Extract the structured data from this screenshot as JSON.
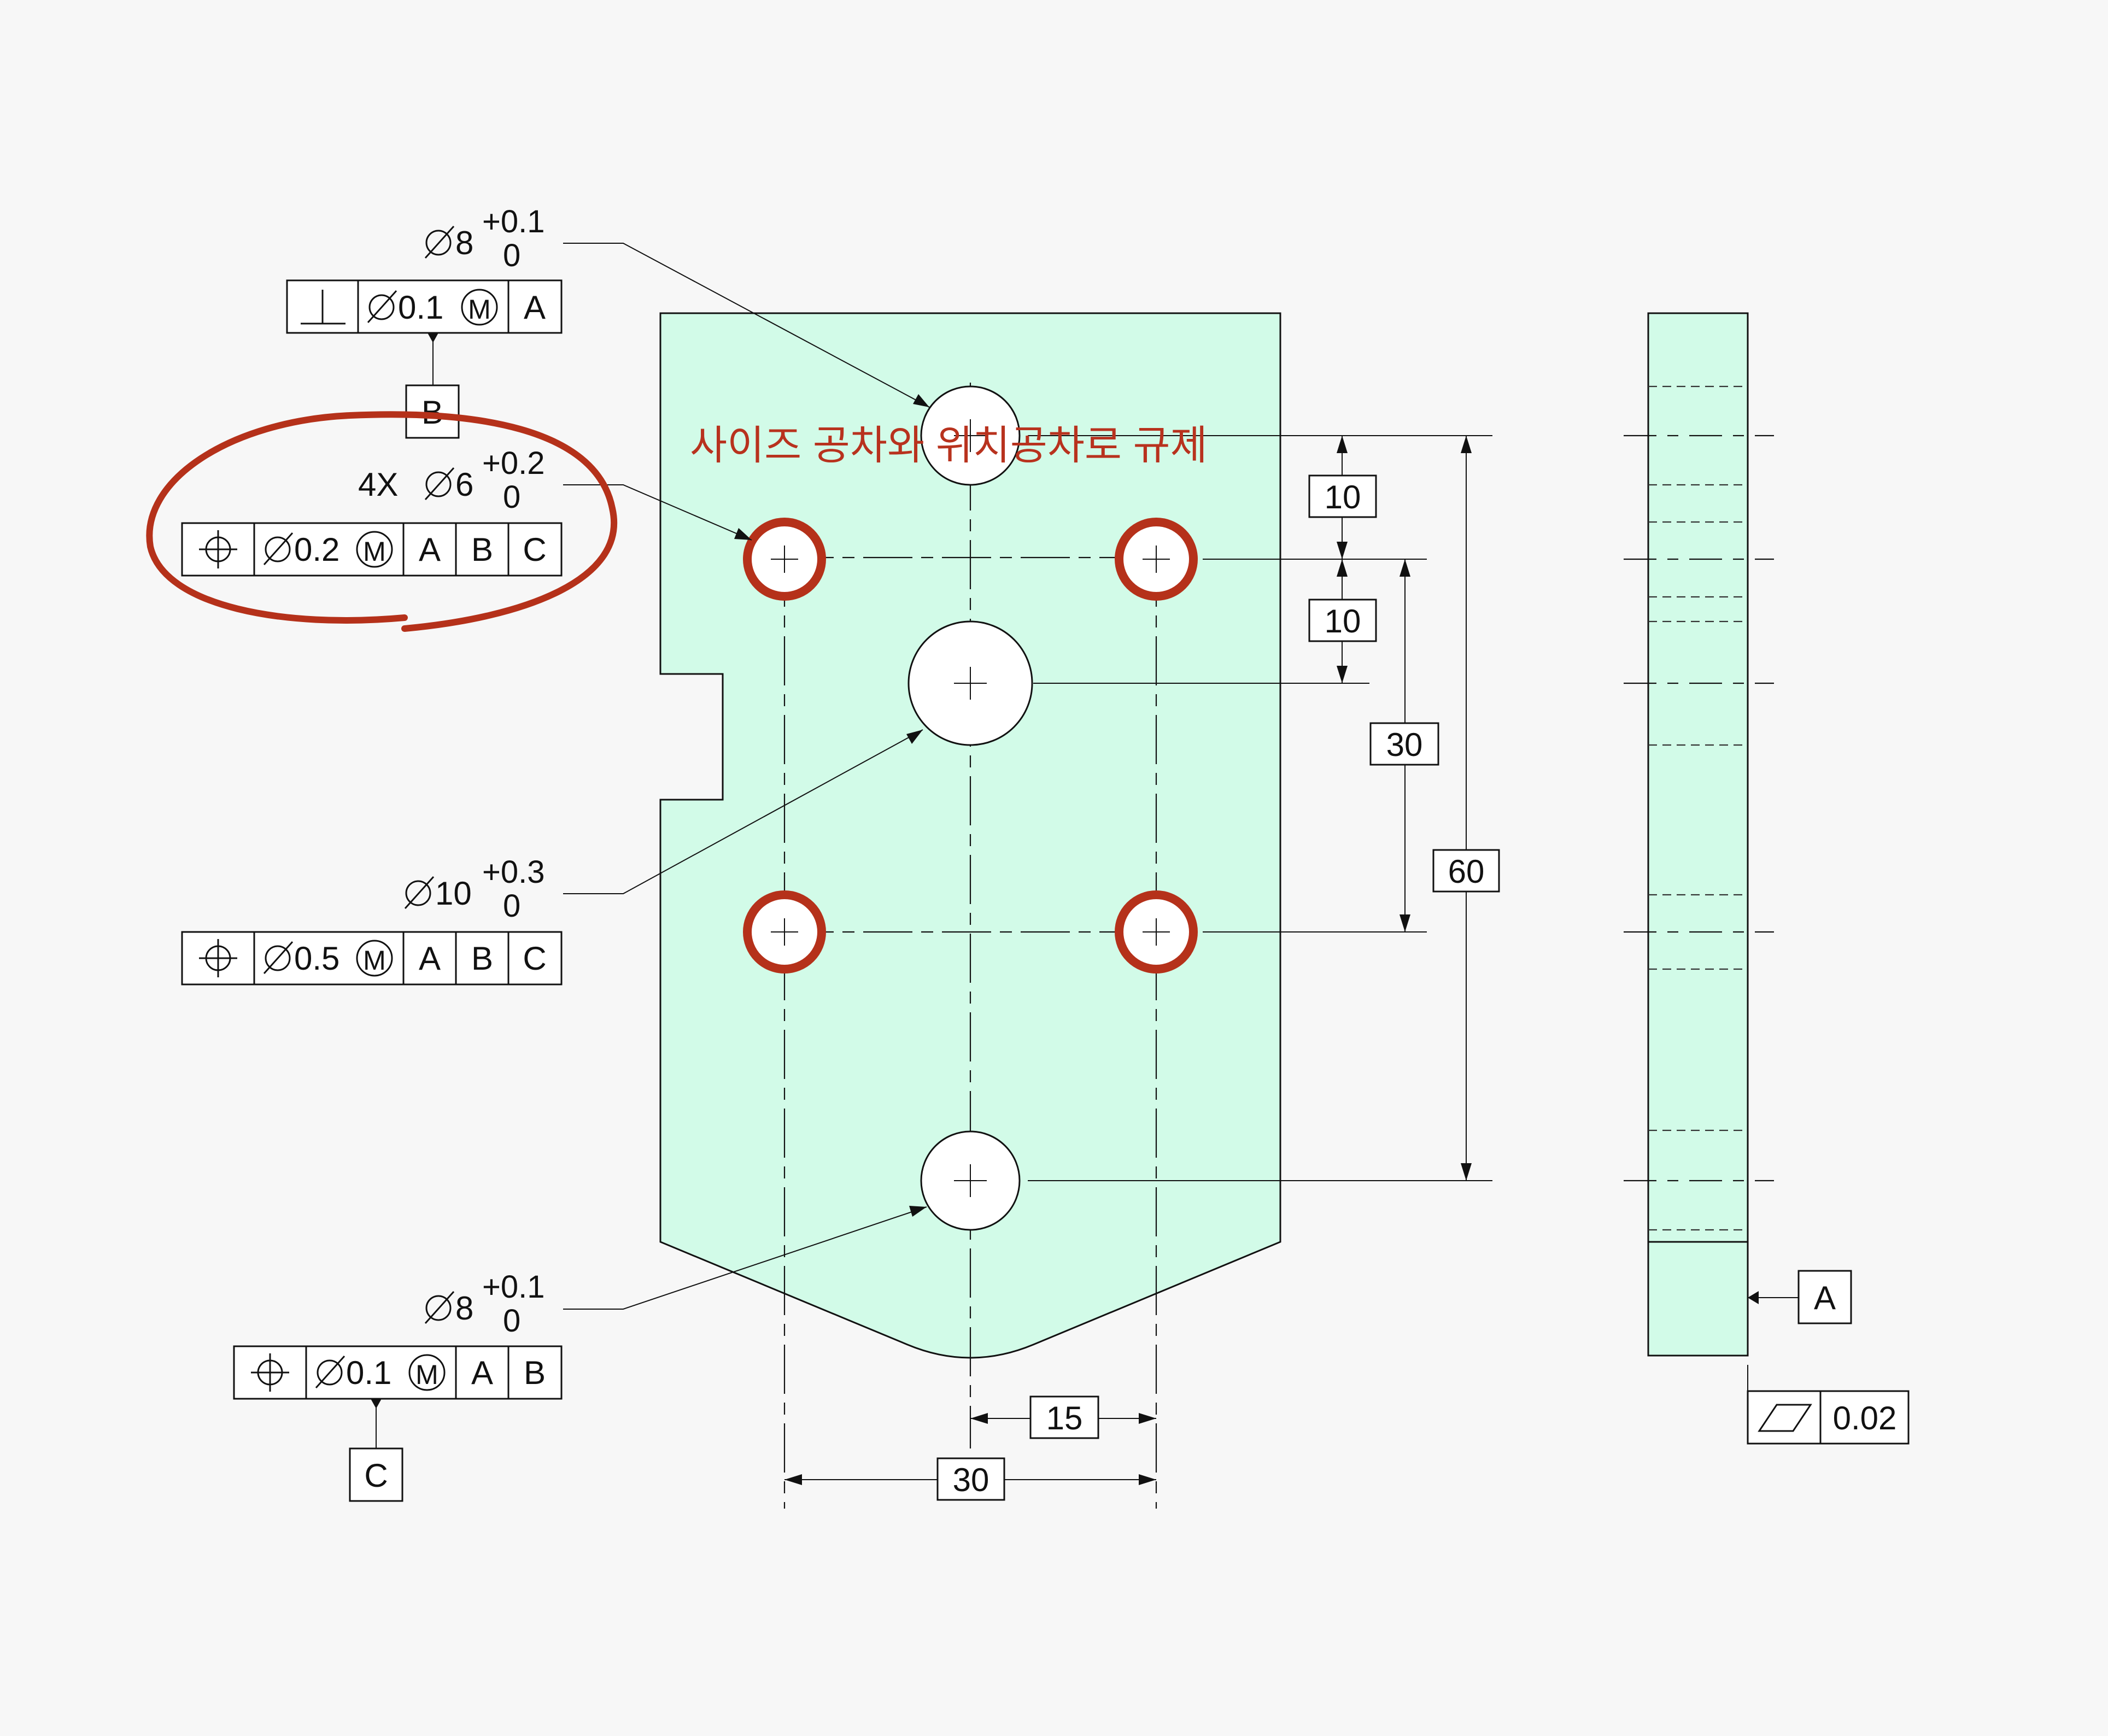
{
  "colors": {
    "part_fill": "#d2fbe8",
    "highlight": "#b5311a",
    "line": "#111111",
    "background": "#f7f7f7"
  },
  "annotation_note": "사이즈 공차와 위치공차로 규제",
  "callouts": {
    "top_hole": {
      "size": "8",
      "upper": "+0.1",
      "lower": "0",
      "fcf": {
        "symbol": "perpendicularity-icon",
        "tolerance": "0.1",
        "modifier": "M",
        "datums": [
          "A"
        ]
      },
      "datum_feature": "B"
    },
    "small_holes": {
      "count": "4X",
      "size": "6",
      "upper": "+0.2",
      "lower": "0",
      "fcf": {
        "symbol": "position-icon",
        "tolerance": "0.2",
        "modifier": "M",
        "datums": [
          "A",
          "B",
          "C"
        ]
      }
    },
    "center_hole": {
      "size": "10",
      "upper": "+0.3",
      "lower": "0",
      "fcf": {
        "symbol": "position-icon",
        "tolerance": "0.5",
        "modifier": "M",
        "datums": [
          "A",
          "B",
          "C"
        ]
      }
    },
    "bottom_hole": {
      "size": "8",
      "upper": "+0.1",
      "lower": "0",
      "fcf": {
        "symbol": "position-icon",
        "tolerance": "0.1",
        "modifier": "M",
        "datums": [
          "A",
          "B"
        ]
      },
      "datum_feature": "C"
    }
  },
  "dimensions": {
    "vertical_top_10": "10",
    "vertical_second_10": "10",
    "vertical_30": "30",
    "vertical_60": "60",
    "horizontal_15": "15",
    "horizontal_30": "30"
  },
  "side_view": {
    "datum_label": "A",
    "flatness": {
      "symbol": "flatness-icon",
      "tolerance": "0.02"
    }
  }
}
